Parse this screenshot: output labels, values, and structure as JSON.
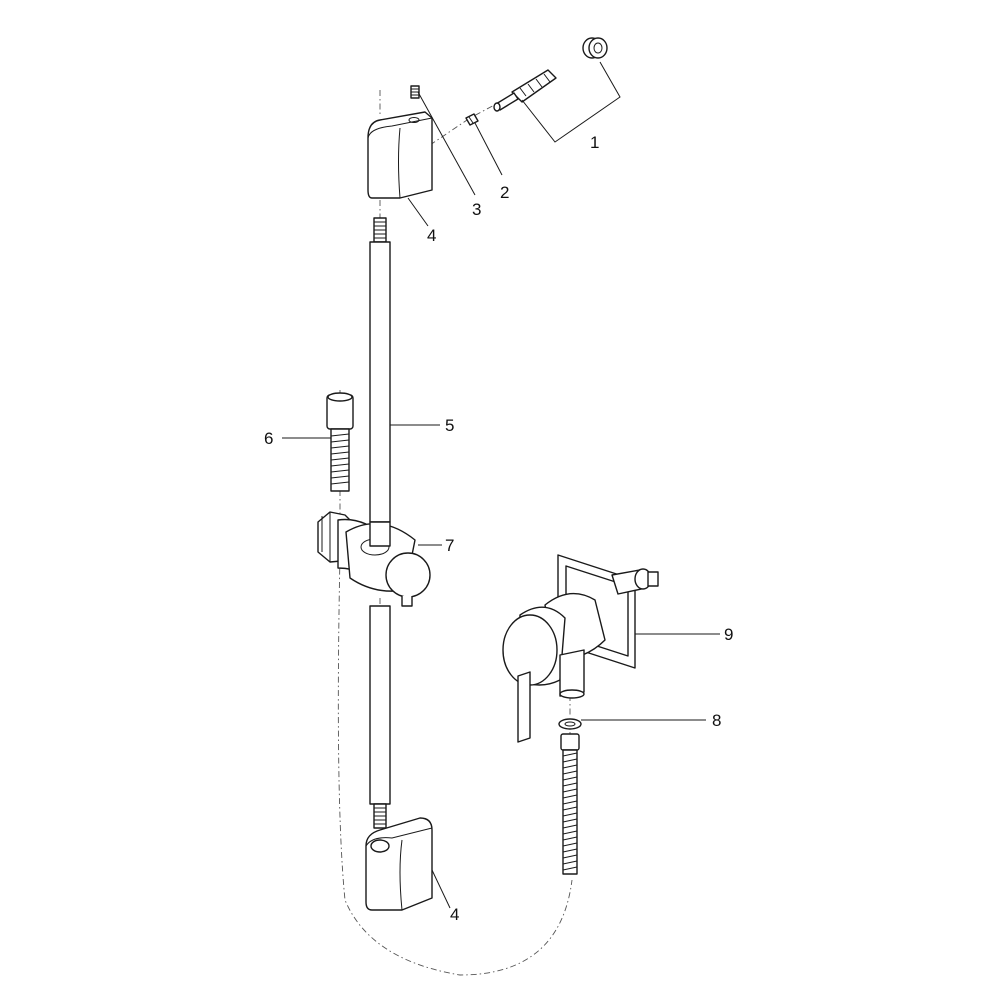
{
  "diagram": {
    "callouts": [
      {
        "id": "c1",
        "label": "1"
      },
      {
        "id": "c2",
        "label": "2"
      },
      {
        "id": "c3",
        "label": "3"
      },
      {
        "id": "c4a",
        "label": "4"
      },
      {
        "id": "c5",
        "label": "5"
      },
      {
        "id": "c6",
        "label": "6"
      },
      {
        "id": "c7",
        "label": "7"
      },
      {
        "id": "c9",
        "label": "9"
      },
      {
        "id": "c8",
        "label": "8"
      },
      {
        "id": "c4b",
        "label": "4"
      }
    ]
  }
}
